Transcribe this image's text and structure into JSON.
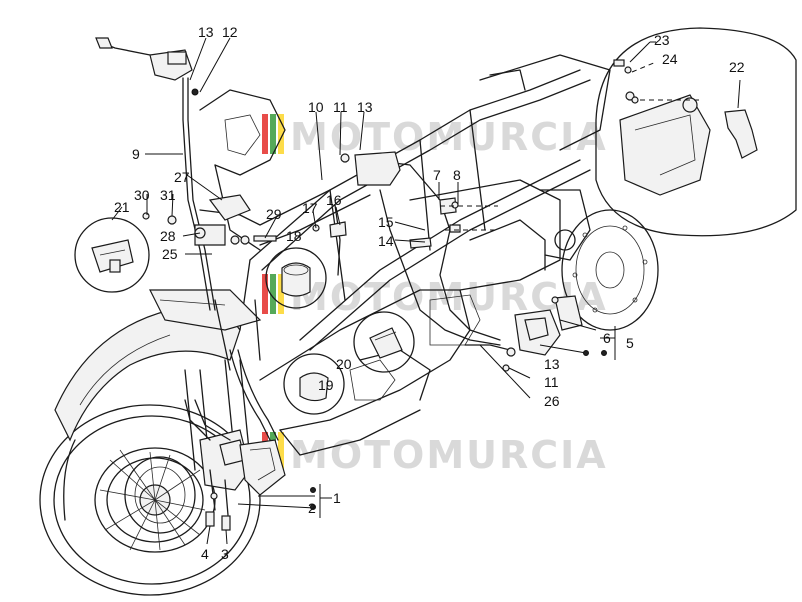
{
  "watermarks": [
    {
      "text": "MOTOMURCIA"
    },
    {
      "text": "MOTOMURCIA"
    },
    {
      "text": "MOTOMURCIA"
    }
  ],
  "watermark_colors": [
    "#e53935",
    "#43a047",
    "#fdd835"
  ],
  "part_labels": {
    "p1": "1",
    "p2": "2",
    "p3": "3",
    "p4": "4",
    "p5": "5",
    "p6": "6",
    "p7": "7",
    "p8": "8",
    "p9": "9",
    "p10": "10",
    "p11": "11",
    "p11b": "11",
    "p12": "12",
    "p13": "13",
    "p13b": "13",
    "p13c": "13",
    "p14": "14",
    "p15": "15",
    "p16": "16",
    "p17": "17",
    "p18": "18",
    "p19": "19",
    "p20": "20",
    "p21": "21",
    "p22": "22",
    "p23": "23",
    "p24": "24",
    "p25": "25",
    "p26": "26",
    "p27": "27",
    "p28": "28",
    "p29": "29",
    "p30": "30",
    "p31": "31"
  }
}
